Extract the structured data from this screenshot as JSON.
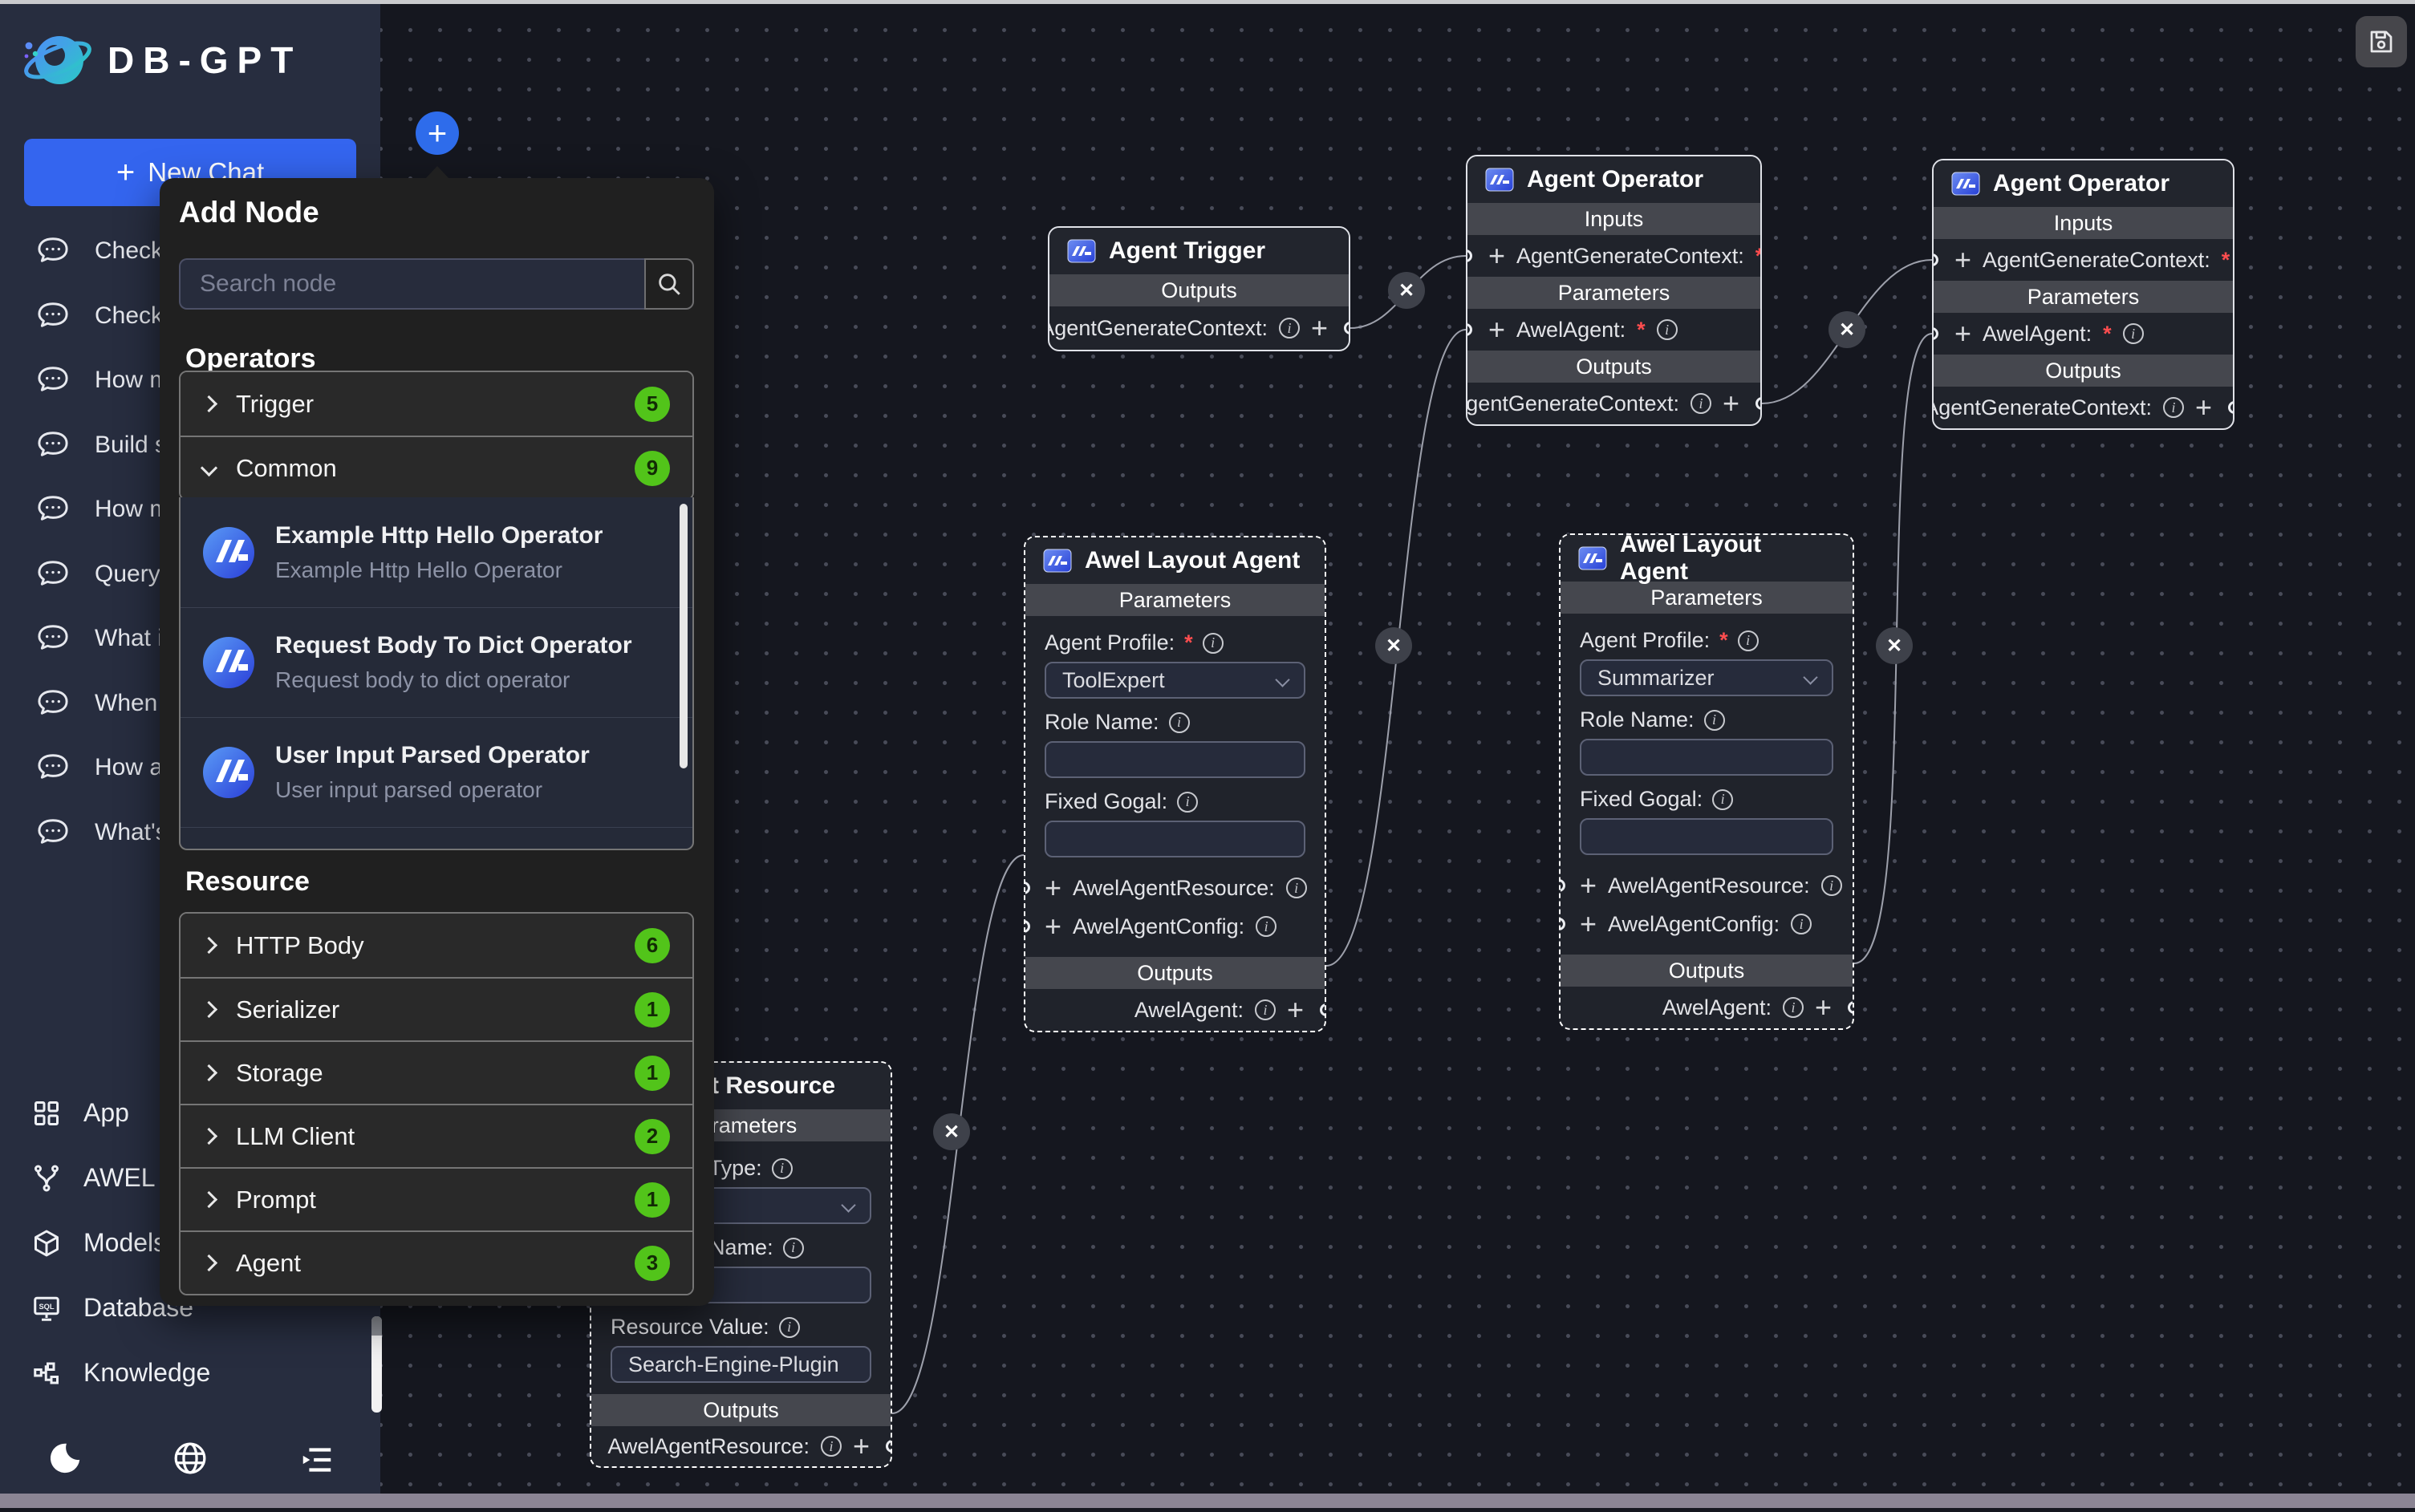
{
  "brand": {
    "name": "DB-GPT"
  },
  "sidebar": {
    "new_chat_label": "New Chat",
    "chats": [
      {
        "label": "Check the"
      },
      {
        "label": "Check the"
      },
      {
        "label": "How many"
      },
      {
        "label": "Build sale"
      },
      {
        "label": "How many"
      },
      {
        "label": "Query use"
      },
      {
        "label": "What is M"
      },
      {
        "label": "When I ar"
      },
      {
        "label": "How abou"
      },
      {
        "label": "What's yo"
      }
    ],
    "nav": [
      {
        "label": "App"
      },
      {
        "label": "AWEL Flow"
      },
      {
        "label": "Models"
      },
      {
        "label": "Database"
      },
      {
        "label": "Knowledge"
      }
    ]
  },
  "panel": {
    "title": "Add Node",
    "search_placeholder": "Search node",
    "sections": {
      "operators": "Operators",
      "resource": "Resource"
    },
    "operator_groups": [
      {
        "label": "Trigger",
        "count": "5"
      },
      {
        "label": "Common",
        "count": "9"
      }
    ],
    "common_items": [
      {
        "title": "Example Http Hello Operator",
        "desc": "Example Http Hello Operator"
      },
      {
        "title": "Request Body To Dict Operator",
        "desc": "Request body to dict operator"
      },
      {
        "title": "User Input Parsed Operator",
        "desc": "User input parsed operator"
      }
    ],
    "resource_groups": [
      {
        "label": "HTTP Body",
        "count": "6"
      },
      {
        "label": "Serializer",
        "count": "1"
      },
      {
        "label": "Storage",
        "count": "1"
      },
      {
        "label": "LLM Client",
        "count": "2"
      },
      {
        "label": "Prompt",
        "count": "1"
      },
      {
        "label": "Agent",
        "count": "3"
      }
    ]
  },
  "canvas": {
    "nodes": {
      "trigger": {
        "title": "Agent Trigger",
        "outputs": "Outputs",
        "out_port": "AgentGenerateContext:"
      },
      "op1": {
        "title": "Agent Operator",
        "inputs": "Inputs",
        "in_port": "AgentGenerateContext:",
        "params": "Parameters",
        "param_port": "AwelAgent:",
        "outputs": "Outputs",
        "out_port": "AgentGenerateContext:"
      },
      "op2": {
        "title": "Agent Operator",
        "inputs": "Inputs",
        "in_port": "AgentGenerateContext:",
        "params": "Parameters",
        "param_port": "AwelAgent:",
        "outputs": "Outputs",
        "out_port": "AgentGenerateContext:"
      },
      "ala1": {
        "title": "Awel Layout Agent",
        "params": "Parameters",
        "profile_label": "Agent Profile:",
        "profile_value": "ToolExpert",
        "role_label": "Role Name:",
        "goal_label": "Fixed Gogal:",
        "res_port": "AwelAgentResource:",
        "cfg_port": "AwelAgentConfig:",
        "outputs": "Outputs",
        "out_port": "AwelAgent:"
      },
      "ala2": {
        "title": "Awel Layout Agent",
        "params": "Parameters",
        "profile_label": "Agent Profile:",
        "profile_value": "Summarizer",
        "role_label": "Role Name:",
        "goal_label": "Fixed Gogal:",
        "res_port": "AwelAgentResource:",
        "cfg_port": "AwelAgentConfig:",
        "outputs": "Outputs",
        "out_port": "AwelAgent:"
      },
      "resource": {
        "title": "Agent Resource",
        "params": "Parameters",
        "type_label": "Resource Type:",
        "name_label": "Resource Name:",
        "value_label": "Resource Value:",
        "value_text": "Search-Engine-Plugin",
        "outputs": "Outputs",
        "out_port": "AwelAgentResource:"
      }
    }
  },
  "icons": {
    "info": "i",
    "plus": "+",
    "required": "*",
    "close": "✕"
  },
  "colors": {
    "accent_blue": "#3465ef",
    "badge_green": "#52c41a",
    "edge": "#9da0ab",
    "danger": "#ff4d4f",
    "node_border": "#e0e2e8"
  }
}
